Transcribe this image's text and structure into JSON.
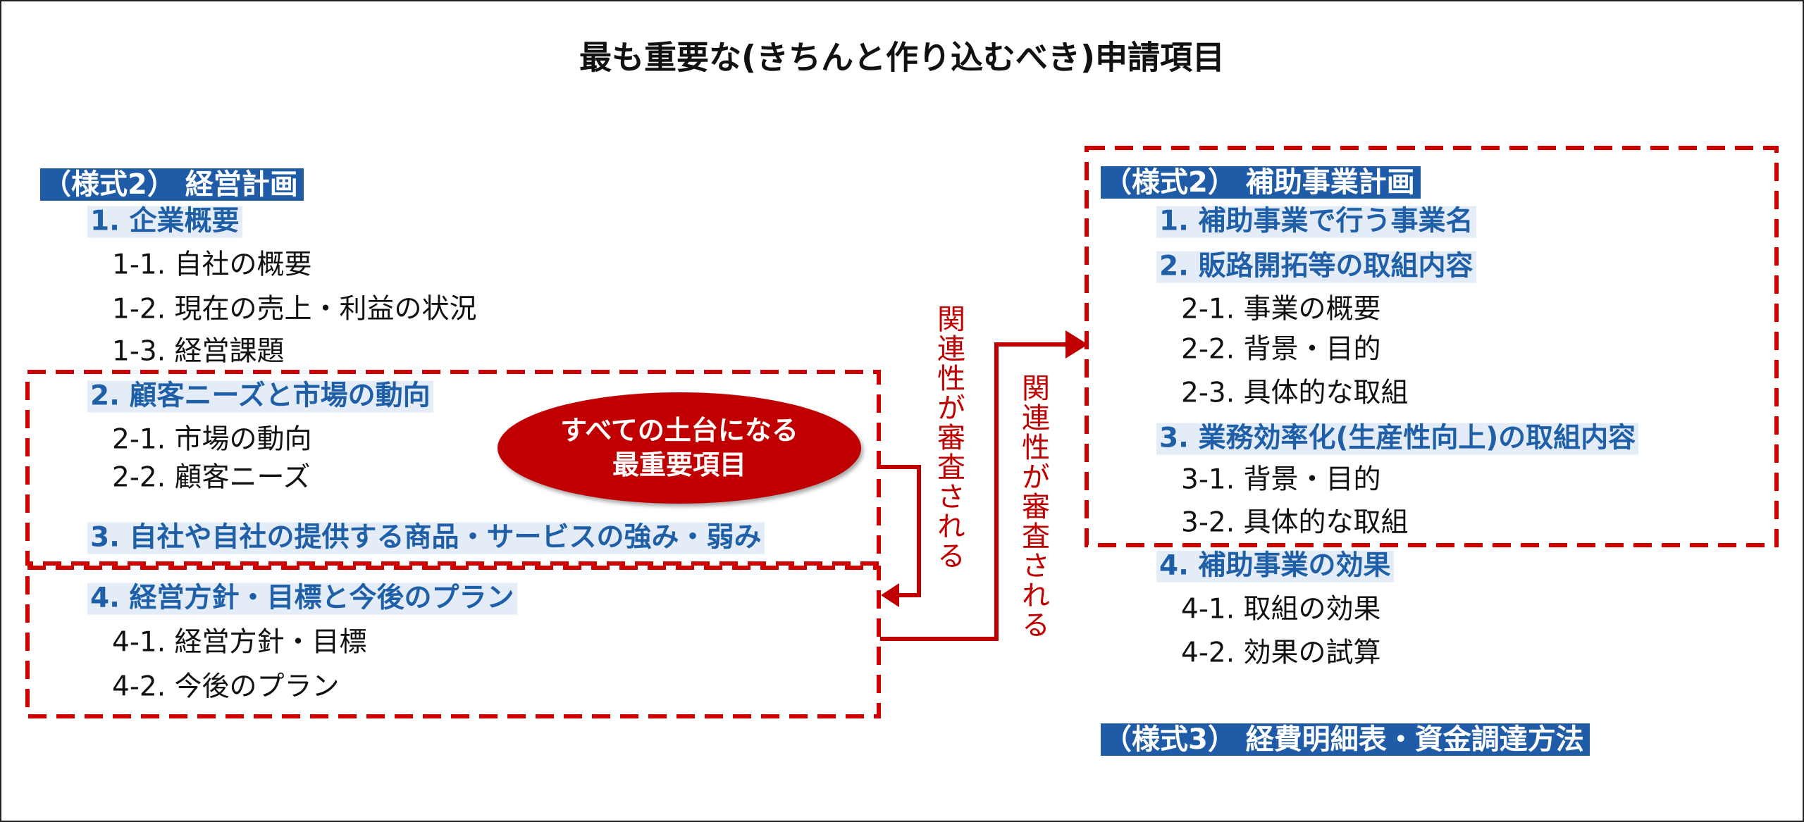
{
  "title": "最も重要な(きちんと作り込むべき)申請項目",
  "left": {
    "header": "（様式2） 経営計画",
    "items": [
      {
        "label": "1. 企業概要",
        "level": 1
      },
      {
        "label": "1-1. 自社の概要",
        "level": 2
      },
      {
        "label": "1-2. 現在の売上・利益の状況",
        "level": 2
      },
      {
        "label": "1-3. 経営課題",
        "level": 2
      },
      {
        "label": "2. 顧客ニーズと市場の動向",
        "level": 1
      },
      {
        "label": "2-1. 市場の動向",
        "level": 2
      },
      {
        "label": "2-2. 顧客ニーズ",
        "level": 2
      },
      {
        "label": "3. 自社や自社の提供する商品・サービスの強み・弱み",
        "level": 1
      },
      {
        "label": "4. 経営方針・目標と今後のプラン",
        "level": 1
      },
      {
        "label": "4-1. 経営方針・目標",
        "level": 2
      },
      {
        "label": "4-2. 今後のプラン",
        "level": 2
      }
    ]
  },
  "callout": {
    "line1": "すべての土台になる",
    "line2": "最重要項目"
  },
  "relation_label_1": "関連性が審査される",
  "relation_label_2": "関連性が審査される",
  "right": {
    "header": "（様式2） 補助事業計画",
    "items": [
      {
        "label": "1. 補助事業で行う事業名",
        "level": 1
      },
      {
        "label": "2. 販路開拓等の取組内容",
        "level": 1
      },
      {
        "label": "2-1. 事業の概要",
        "level": 2
      },
      {
        "label": "2-2. 背景・目的",
        "level": 2
      },
      {
        "label": "2-3. 具体的な取組",
        "level": 2
      },
      {
        "label": "3. 業務効率化(生産性向上)の取組内容",
        "level": 1
      },
      {
        "label": "3-1. 背景・目的",
        "level": 2
      },
      {
        "label": "3-2. 具体的な取組",
        "level": 2
      },
      {
        "label": "4. 補助事業の効果",
        "level": 1
      },
      {
        "label": "4-1. 取組の効果",
        "level": 2
      },
      {
        "label": "4-2. 効果の試算",
        "level": 2
      }
    ]
  },
  "form3_header": "（様式3） 経費明細表・資金調達方法",
  "colors": {
    "accent_red": "#c00000",
    "header_blue": "#1f5ba6",
    "heading_text": "#1f5fa8",
    "heading_bg": "#e3ecf7"
  }
}
